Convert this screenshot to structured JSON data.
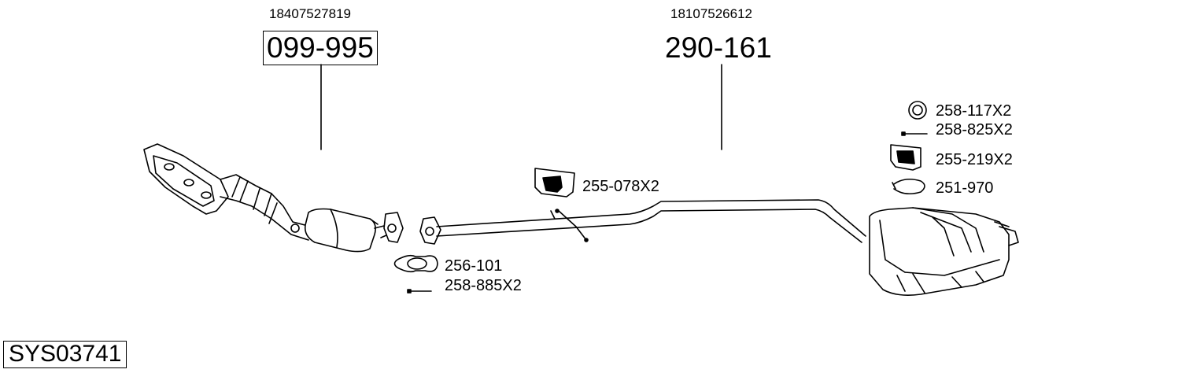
{
  "system_code": "SYS03741",
  "assemblies": [
    {
      "oem_number": "18407527819",
      "part_number": "099-995",
      "boxed": true
    },
    {
      "oem_number": "18107526612",
      "part_number": "290-161",
      "boxed": false
    }
  ],
  "parts": {
    "p256_101": "256-101",
    "p258_885": "258-885X2",
    "p255_078": "255-078X2",
    "p258_117": "258-117X2",
    "p258_825": "258-825X2",
    "p255_219": "255-219X2",
    "p251_970": "251-970"
  }
}
